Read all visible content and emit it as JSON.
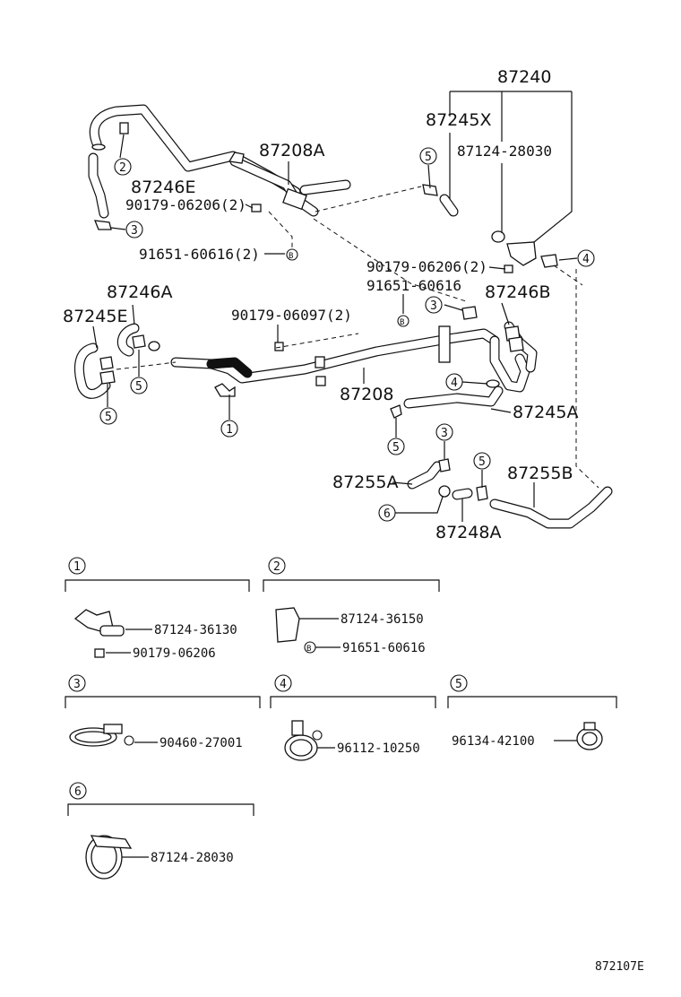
{
  "diagram_code": "872107E",
  "callout_numbers": [
    "1",
    "2",
    "3",
    "4",
    "5",
    "6"
  ],
  "labels": {
    "p87240": "87240",
    "p87245X": "87245X",
    "p87124_28030_top": "87124-28030",
    "p87208A": "87208A",
    "p87246E": "87246E",
    "p90179_06206_2_left": "90179-06206(2)",
    "p91651_60616_2": "91651-60616(2)",
    "p90179_06206_2_right": "90179-06206(2)",
    "p91651_60616": "91651-60616",
    "p87246A": "87246A",
    "p87245E": "87245E",
    "p90179_06097_2": "90179-06097(2)",
    "p87246B": "87246B",
    "p87208": "87208",
    "p87245A": "87245A",
    "p87255A": "87255A",
    "p87255B": "87255B",
    "p87248A": "87248A"
  },
  "legend": {
    "box1": {
      "num": "1",
      "parts": [
        "87124-36130",
        "90179-06206"
      ]
    },
    "box2": {
      "num": "2",
      "parts": [
        "87124-36150",
        "91651-60616"
      ]
    },
    "box3": {
      "num": "3",
      "parts": [
        "90460-27001"
      ]
    },
    "box4": {
      "num": "4",
      "parts": [
        "96112-10250"
      ]
    },
    "box5": {
      "num": "5",
      "parts": [
        "96134-42100"
      ]
    },
    "box6": {
      "num": "6",
      "parts": [
        "87124-28030"
      ]
    }
  }
}
